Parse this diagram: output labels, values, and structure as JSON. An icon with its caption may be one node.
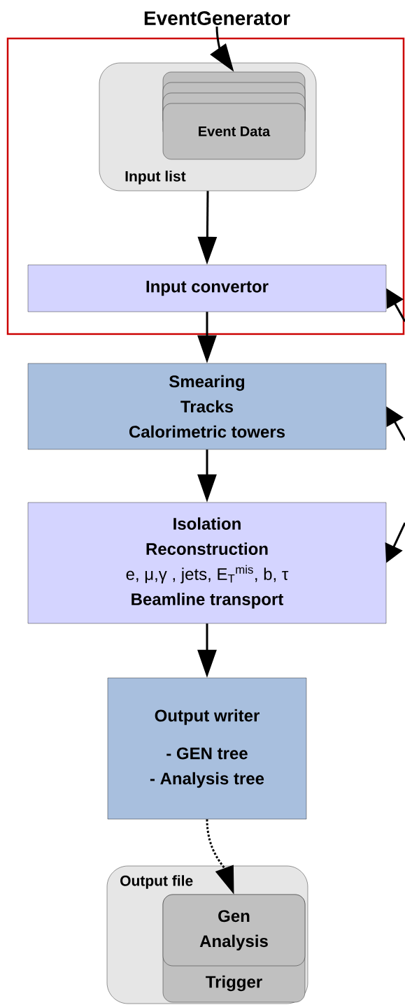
{
  "diagram": {
    "nodes": [
      {
        "text": [
          "EventGenerator"
        ]
      },
      {
        "text": [],
        "shape": "box"
      },
      {
        "text": [
          "Input list"
        ],
        "in": 1
      },
      {
        "text": [
          "Event Data"
        ],
        "in": 2
      },
      {
        "text": [
          "Input convertor"
        ],
        "in": 1
      },
      {
        "text": [
          "Smearing",
          "Tracks",
          "Calorimetric towers"
        ]
      },
      {
        "text": [
          "Isolation",
          "Reconstruction",
          "e, μ,γ  , jets, E$_{T}$$^{mis}$, b, τ",
          "Beamline transport"
        ]
      },
      {
        "text": [
          "Output writer",
          "- GEN tree",
          "- Analysis tree"
        ]
      },
      {
        "text": [
          "Output file"
        ]
      },
      {
        "text": [
          "Trigger"
        ],
        "in": 8
      },
      {
        "text": [
          "Gen",
          "Analysis"
        ],
        "in": 9
      }
    ],
    "edges": [
      {
        "from": 0,
        "to": 3,
        "arrow": "to"
      },
      {
        "from": 2,
        "to": 4,
        "arrow": "to"
      },
      {
        "from": 4,
        "to": 5,
        "arrow": "to"
      },
      {
        "from": 5,
        "to": 6,
        "arrow": "to"
      },
      {
        "from": 6,
        "to": 7,
        "arrow": "to"
      },
      {
        "from": 7,
        "to": 10,
        "arrow": "to",
        "style": "dashed"
      },
      {
        "from": null,
        "to": 4,
        "arrow": "to"
      },
      {
        "from": null,
        "to": 5,
        "arrow": "to"
      },
      {
        "from": null,
        "to": 6,
        "arrow": "to"
      }
    ]
  }
}
